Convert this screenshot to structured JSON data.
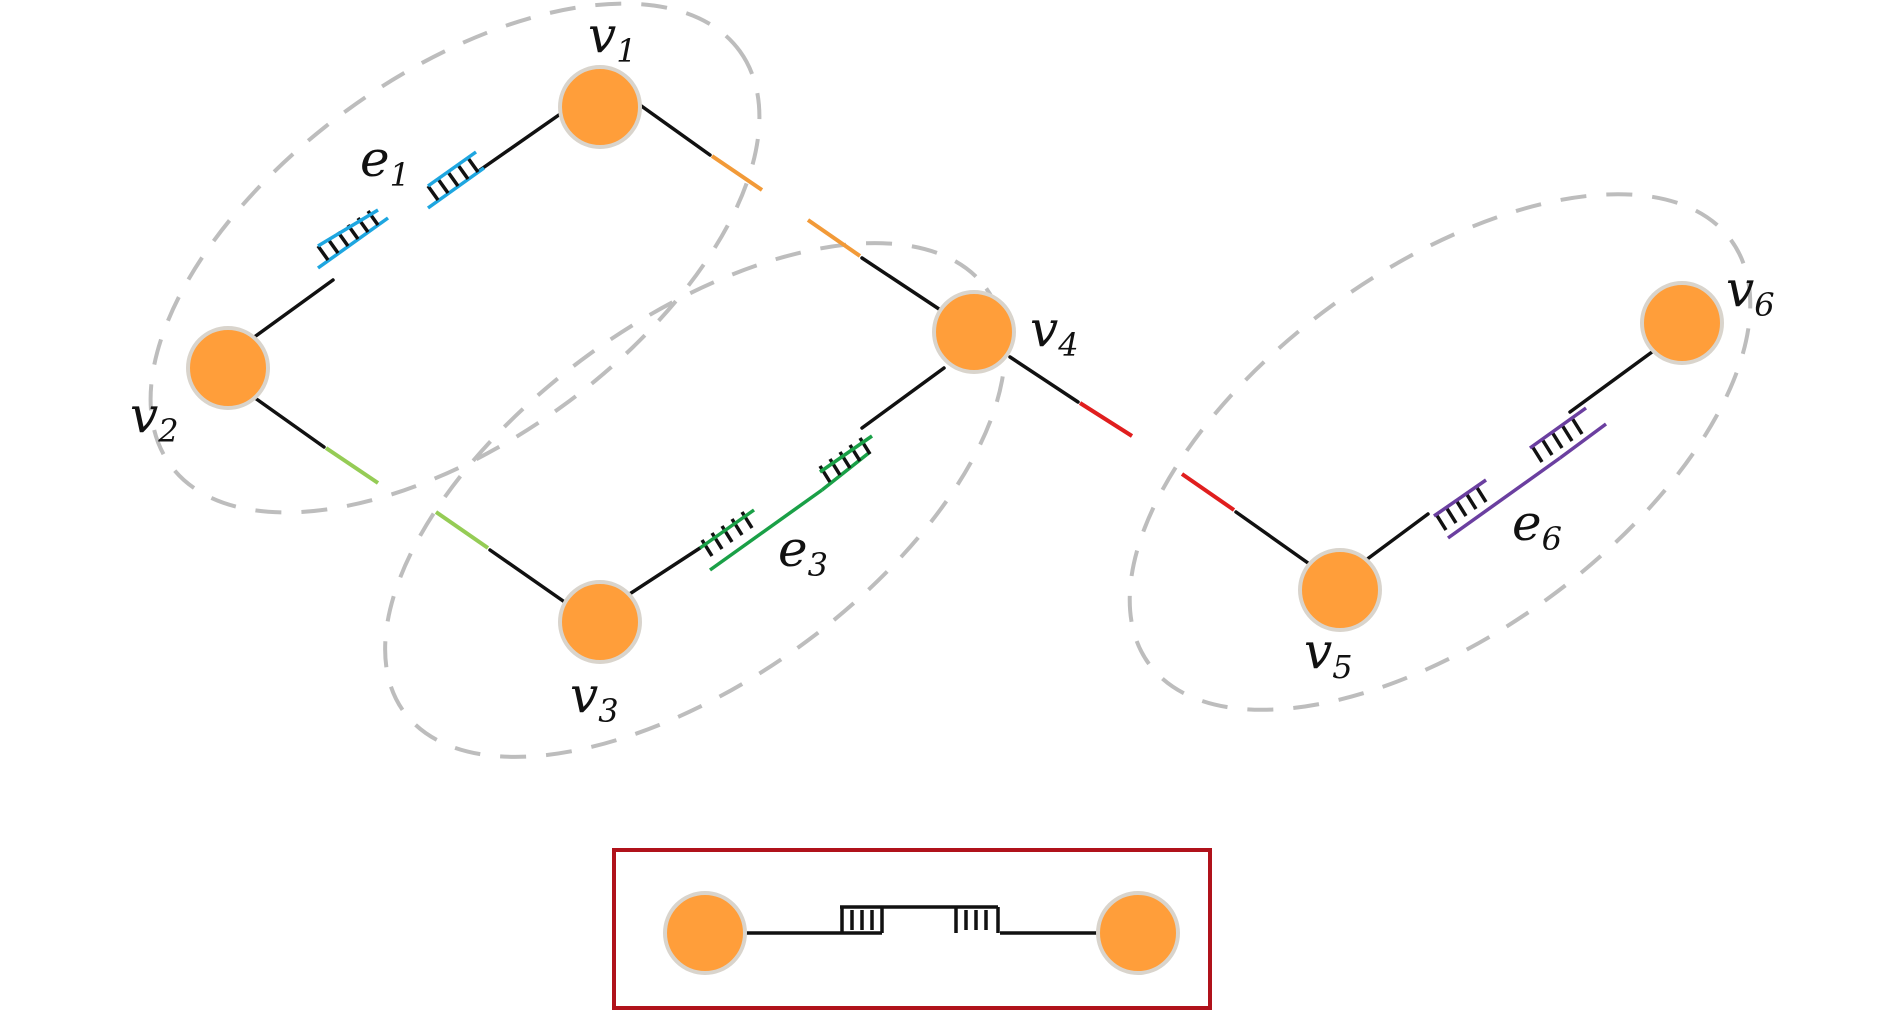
{
  "colors": {
    "node_fill": "#FF9E3A",
    "node_stroke": "#D9D4CC",
    "edge": "#111111",
    "hyperedge_outline": "#BDBDBD",
    "e1": "#1EA6E0",
    "e3": "#1AA047",
    "e6": "#6B3FA0",
    "v1_v4_link": "#F29A38",
    "v2_v3_link": "#95CC55",
    "v4_v5_link": "#E01E1E",
    "legend_border": "#B0121B"
  },
  "nodes": [
    {
      "id": "v1",
      "label": "v",
      "sub": "1"
    },
    {
      "id": "v2",
      "label": "v",
      "sub": "2"
    },
    {
      "id": "v3",
      "label": "v",
      "sub": "3"
    },
    {
      "id": "v4",
      "label": "v",
      "sub": "4"
    },
    {
      "id": "v5",
      "label": "v",
      "sub": "5"
    },
    {
      "id": "v6",
      "label": "v",
      "sub": "6"
    }
  ],
  "edges": [
    {
      "id": "e1",
      "label": "e",
      "sub": "1"
    },
    {
      "id": "e3",
      "label": "e",
      "sub": "3"
    },
    {
      "id": "e6",
      "label": "e",
      "sub": "6"
    }
  ]
}
